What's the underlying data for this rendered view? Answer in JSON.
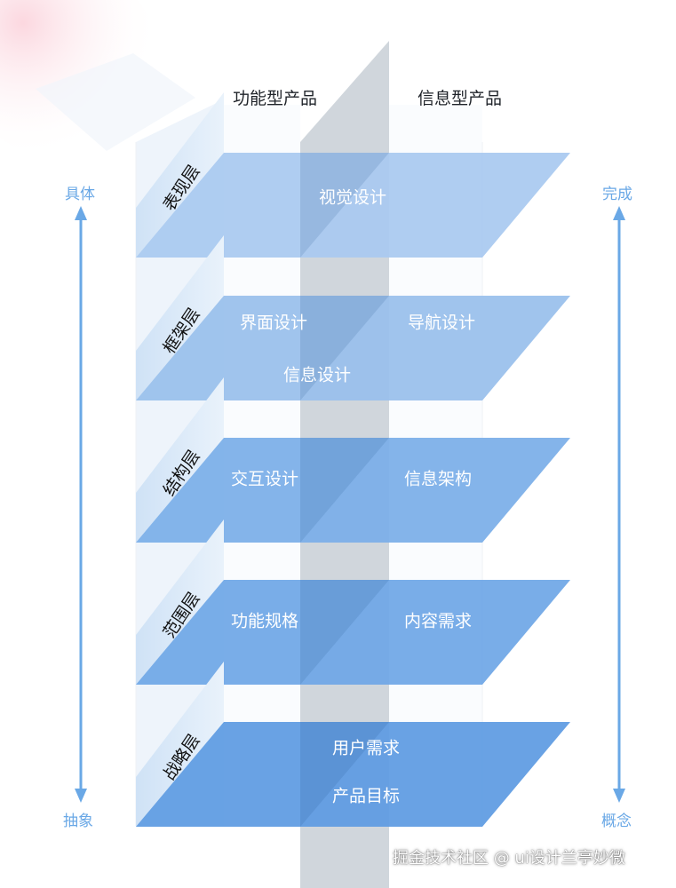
{
  "columns": {
    "functional": "功能型产品",
    "informational": "信息型产品"
  },
  "left_axis": {
    "top": "具体",
    "bottom": "抽象"
  },
  "right_axis": {
    "top": "完成",
    "bottom": "概念"
  },
  "layers": [
    {
      "name": "表现层",
      "items": [
        "视觉设计"
      ]
    },
    {
      "name": "框架层",
      "items": [
        "界面设计",
        "导航设计",
        "信息设计"
      ]
    },
    {
      "name": "结构层",
      "items": [
        "交互设计",
        "信息架构"
      ]
    },
    {
      "name": "范围层",
      "items": [
        "功能规格",
        "内容需求"
      ]
    },
    {
      "name": "战略层",
      "items": [
        "用户需求",
        "产品目标"
      ]
    }
  ],
  "colors": {
    "layer_fills": [
      "#a8c9f0",
      "#98bfec",
      "#79aee8",
      "#6ea6e6",
      "#5c9ae2"
    ],
    "axis": "#6aa8e6",
    "divider": "#aab4bf"
  },
  "watermark": "掘金技术社区 @ ui设计兰亭妙微"
}
